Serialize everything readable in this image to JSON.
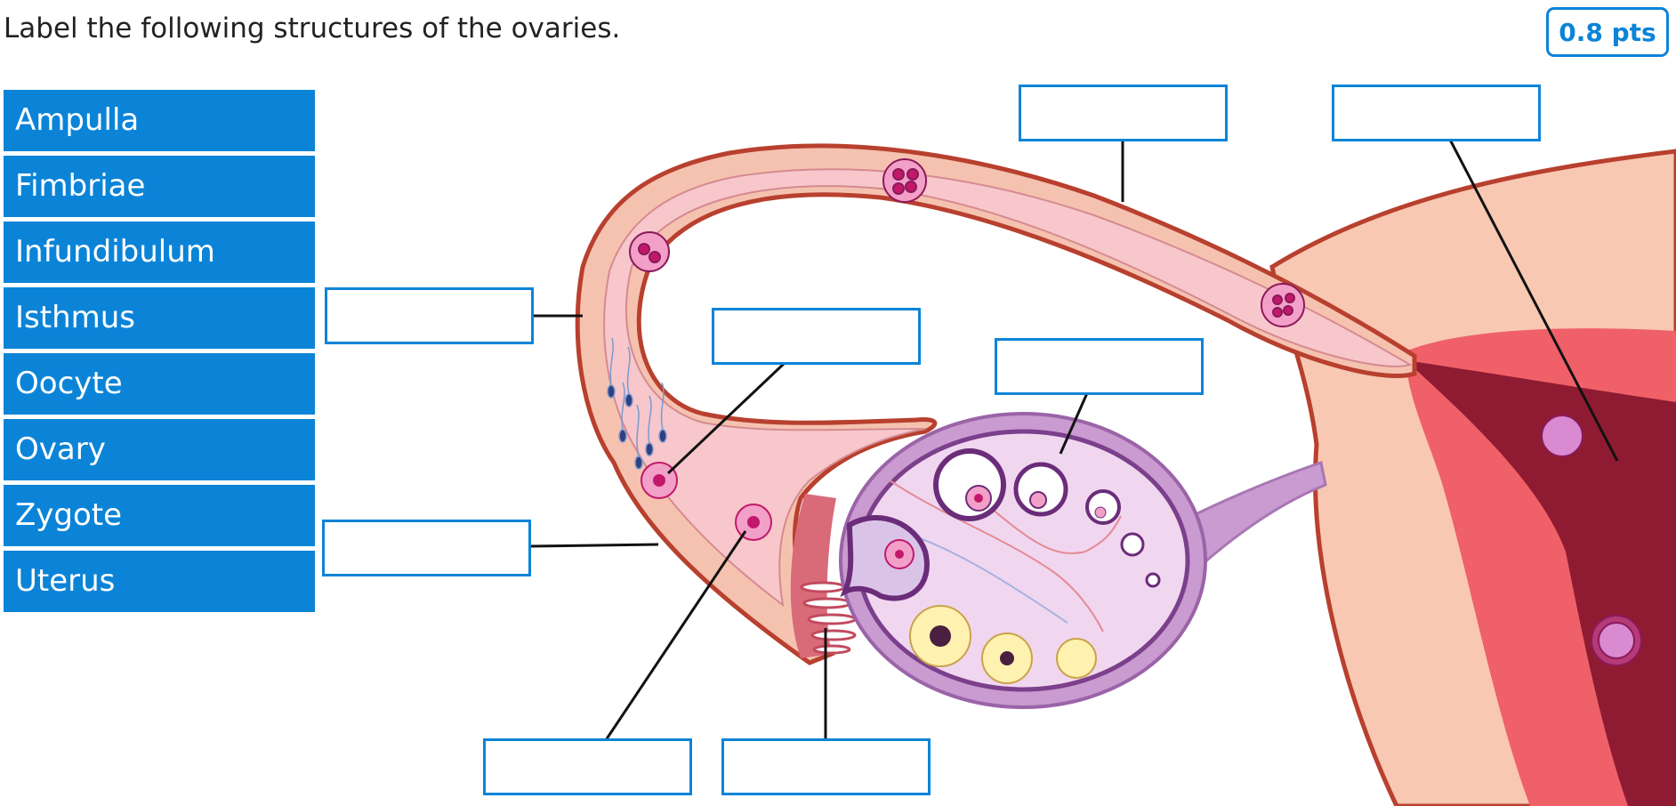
{
  "question": {
    "text": "Label the following structures of the ovaries.",
    "points": "0.8 pts"
  },
  "word_bank": [
    "Ampulla",
    "Fimbriae",
    "Infundibulum",
    "Isthmus",
    "Oocyte",
    "Ovary",
    "Zygote",
    "Uterus"
  ],
  "drop_targets": [
    "",
    "",
    "",
    "",
    "",
    "",
    "",
    ""
  ],
  "colors": {
    "accent": "#0b84d8",
    "tube_wall": "#f6c2b0",
    "tube_lumen": "#f7c7cb",
    "ovary": "#c99bd0",
    "uterus_dark": "#8e1b32",
    "uterus_mid": "#ef6068"
  }
}
